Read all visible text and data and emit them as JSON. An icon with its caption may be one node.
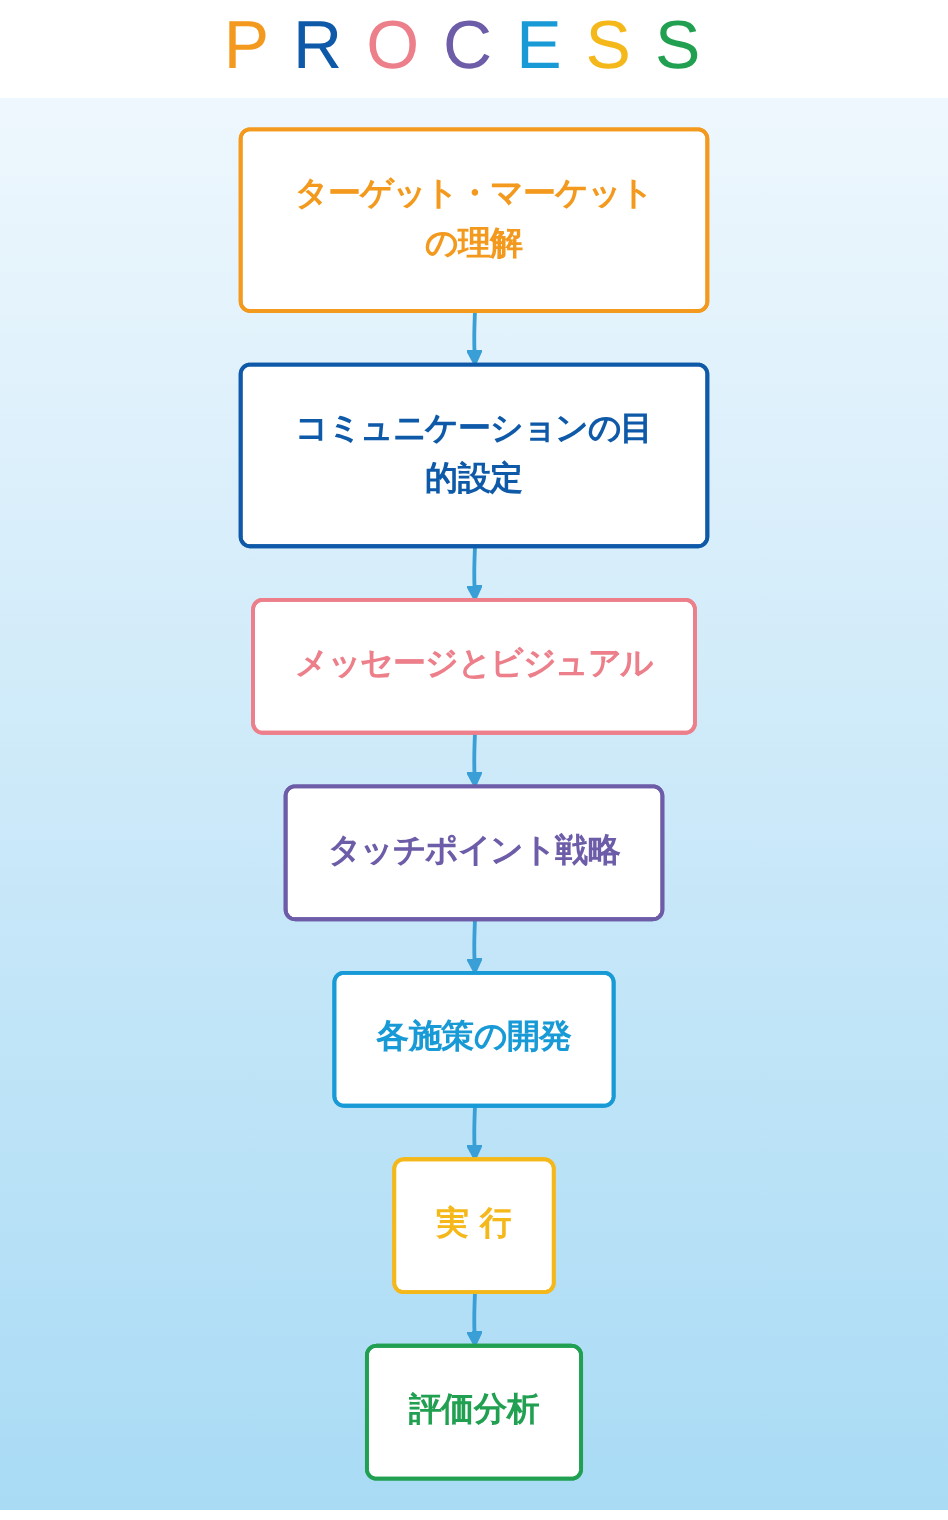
{
  "diagram": {
    "title": "PROCESS",
    "nodes": [
      {
        "text": [
          "ターゲット・マーケットの理解"
        ]
      },
      {
        "text": [
          "コミュニケーションの目的設定"
        ]
      },
      {
        "text": [
          "メッセージとビジュアル"
        ]
      },
      {
        "text": [
          "タッチポイント戦略"
        ]
      },
      {
        "text": [
          "各施策の開発"
        ]
      },
      {
        "text": [
          "実 行"
        ]
      },
      {
        "text": [
          "評価分析"
        ]
      }
    ],
    "edges": [
      {
        "from": 0,
        "to": 1,
        "arrow": "to"
      },
      {
        "from": 1,
        "to": 2,
        "arrow": "to"
      },
      {
        "from": 2,
        "to": 3,
        "arrow": "to"
      },
      {
        "from": 3,
        "to": 4,
        "arrow": "to"
      },
      {
        "from": 4,
        "to": 5,
        "arrow": "to"
      },
      {
        "from": 5,
        "to": 6,
        "arrow": "to"
      }
    ]
  }
}
